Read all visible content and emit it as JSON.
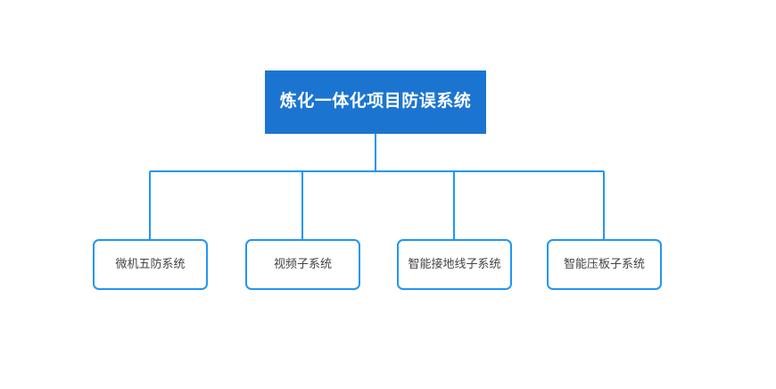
{
  "diagram": {
    "type": "org-chart",
    "title": "炼化一体化项目防误系统",
    "background_color": "#ffffff",
    "root": {
      "label": "炼化一体化项目防误系统",
      "fill_color": "#1b75d0",
      "text_color": "#ffffff"
    },
    "connector": {
      "color": "#2196f3",
      "width": 2
    },
    "children": [
      {
        "label": "微机五防系统",
        "border_color": "#2196f3",
        "fill_color": "#ffffff",
        "text_color": "#444444"
      },
      {
        "label": "视频子系统",
        "border_color": "#2196f3",
        "fill_color": "#ffffff",
        "text_color": "#444444"
      },
      {
        "label": "智能接地线子系统",
        "border_color": "#2196f3",
        "fill_color": "#ffffff",
        "text_color": "#444444"
      },
      {
        "label": "智能压板子系统",
        "border_color": "#2196f3",
        "fill_color": "#ffffff",
        "text_color": "#444444"
      }
    ]
  }
}
